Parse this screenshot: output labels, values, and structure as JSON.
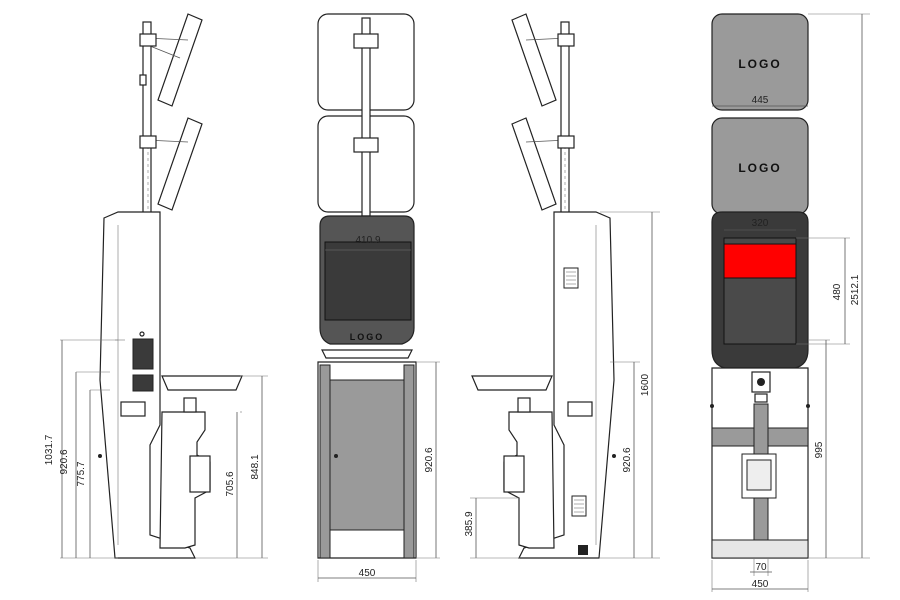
{
  "views": {
    "side_left": {
      "dims": [
        "1031.7",
        "920.6",
        "775.7",
        "705.6",
        "848.1"
      ]
    },
    "front": {
      "dims": [
        "410.9",
        "920.6",
        "450"
      ],
      "logo": "LOGO"
    },
    "side_right": {
      "dims": [
        "1600",
        "920.6",
        "385.9"
      ]
    },
    "back": {
      "dims": [
        "445",
        "320",
        "480",
        "2512.1",
        "995",
        "70",
        "450"
      ],
      "logo_top": "LOGO",
      "logo_bottom": "LOGO"
    }
  },
  "colors": {
    "screen_dark": "#3a3a3a",
    "panel_grey": "#9a9a9a",
    "accent_red": "#ff0000",
    "line": "#222222"
  }
}
